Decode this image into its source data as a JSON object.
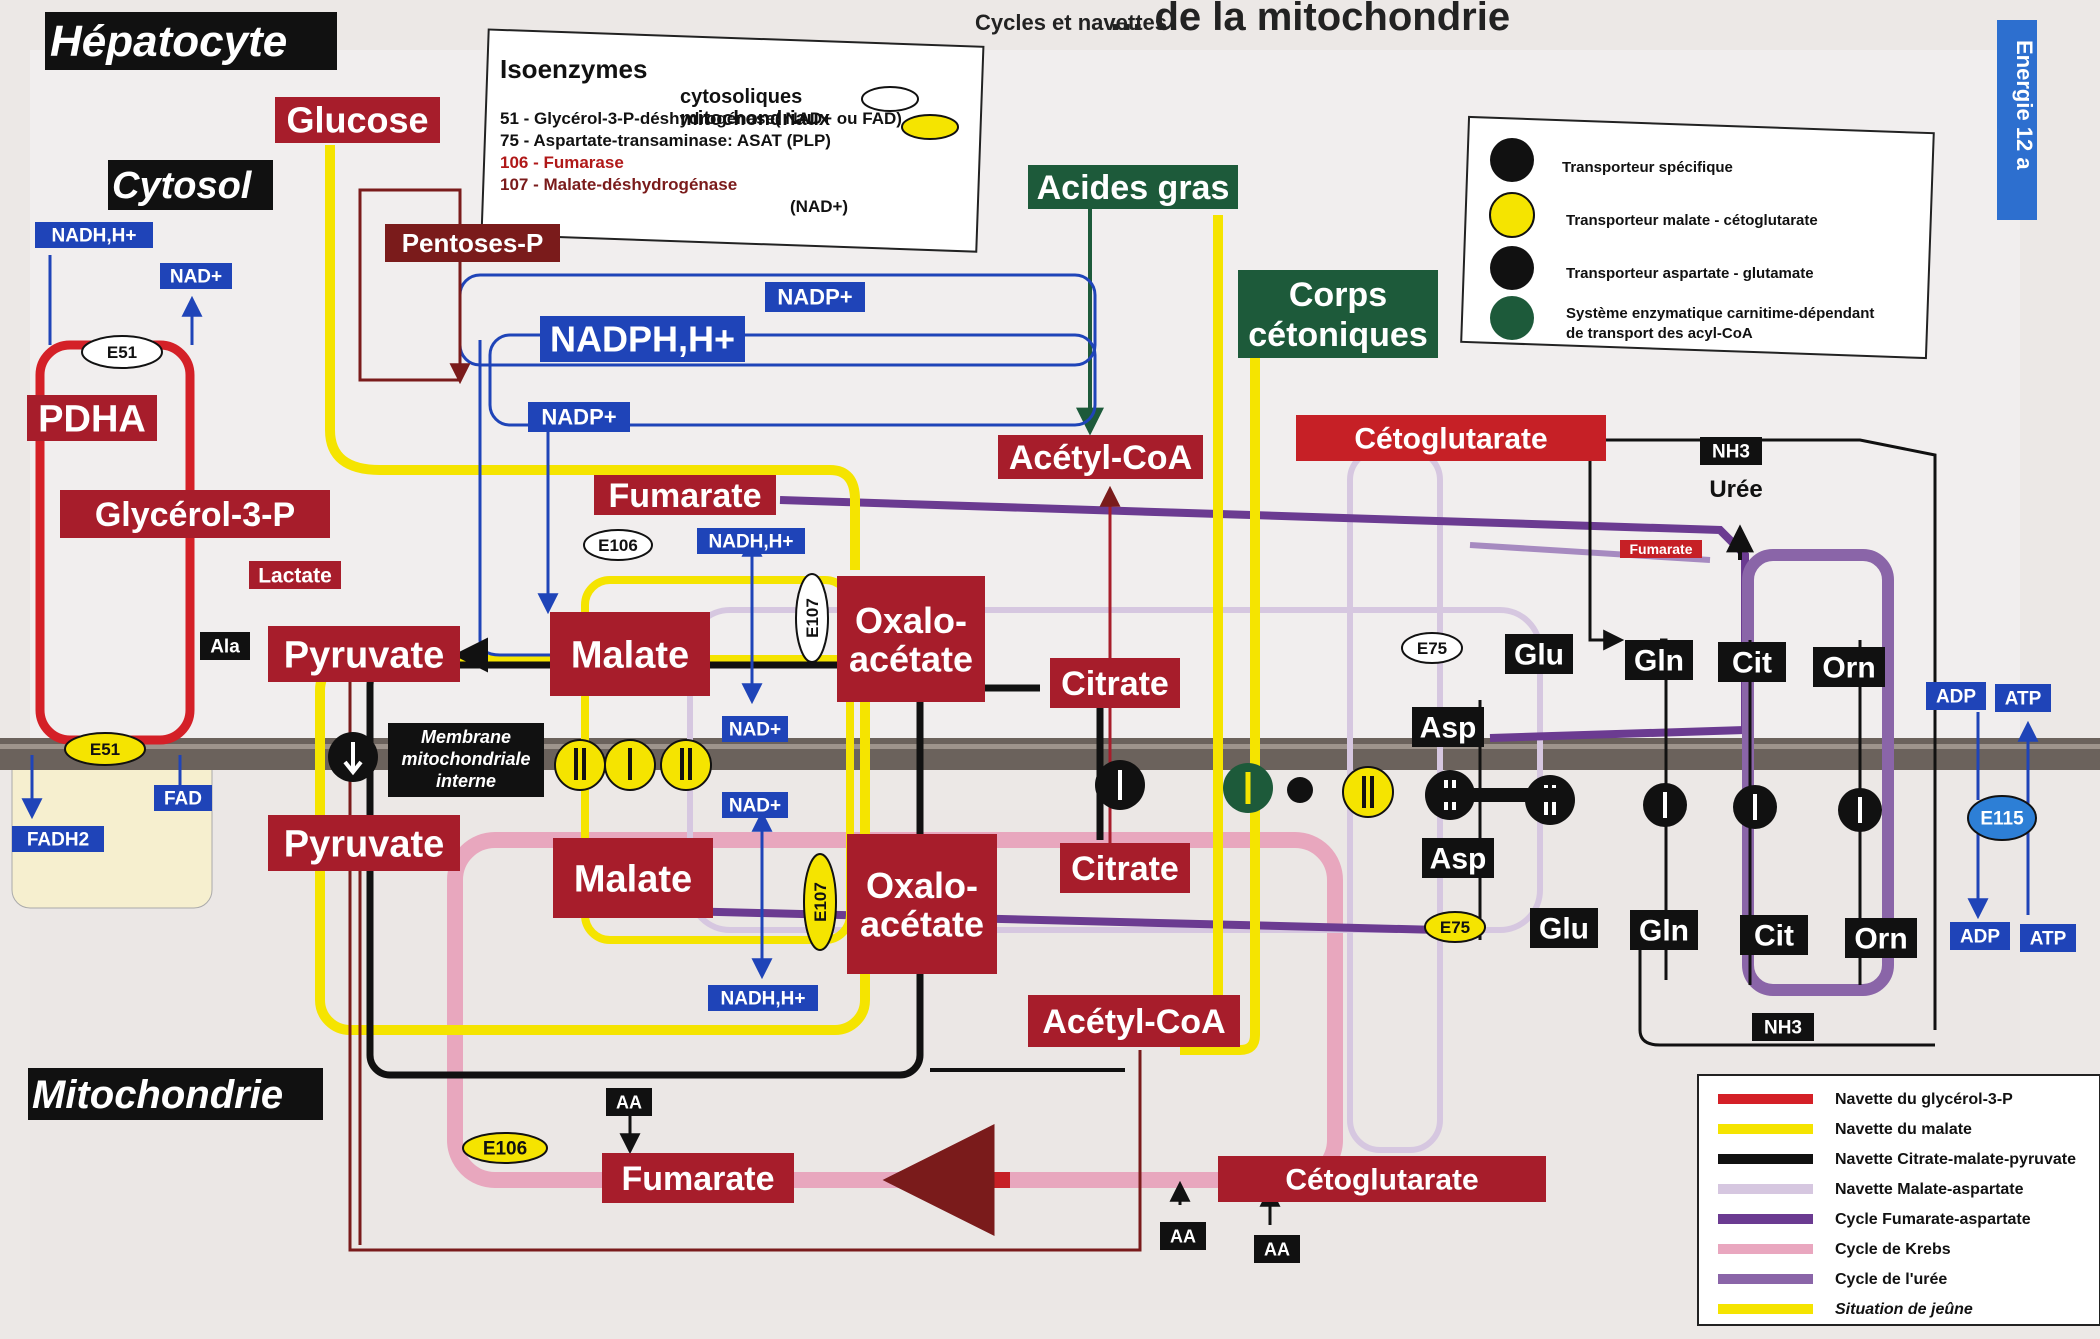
{
  "title_top": "... de la mitochondrie",
  "subtitle_top": "Cycles et navettes",
  "side_tab": "Energie 12 a",
  "headings": {
    "hepatocyte": "Hépatocyte",
    "cytosol": "Cytosol",
    "mitochondrie": "Mitochondrie"
  },
  "isoenzymes": {
    "title": "Isoenzymes",
    "cyto": "cytosoliques",
    "mito": "mitochondriaux",
    "line51": "51  - Glycérol-3-P-déshydrogénase( NAD+ ou FAD)",
    "line75": "75  - Aspartate-transaminase: ASAT (PLP)",
    "line106": "106 - Fumarase",
    "line107a": "107  - Malate-déshydrogénase",
    "line107b": "(NAD+)"
  },
  "transporters": {
    "specific": "Transporteur spécifique",
    "malate": "Transporteur malate - cétoglutarate",
    "aspartate": "Transporteur aspartate - glutamate",
    "carnitine1": "Système enzymatique carnitime-dépendant",
    "carnitine2": "de transport des acyl-CoA"
  },
  "legend": {
    "items": [
      {
        "label": "Navette du glycérol-3-P",
        "color": "#d42027"
      },
      {
        "label": "Navette du malate",
        "color": "#f5e400"
      },
      {
        "label": "Navette Citrate-malate-pyruvate",
        "color": "#111111"
      },
      {
        "label": "Navette Malate-aspartate",
        "color": "#d6c7e0"
      },
      {
        "label": "Cycle Fumarate-aspartate",
        "color": "#6b3b91"
      },
      {
        "label": "Cycle de Krebs",
        "color": "#e9a7bf"
      },
      {
        "label": "Cycle de l'urée",
        "color": "#8a65a8"
      },
      {
        "label": "Situation de jeûne",
        "color": "#f5e400"
      }
    ]
  },
  "nodes": {
    "glucose": "Glucose",
    "pentoses": "Pentoses-P",
    "nadp1": "NADP+",
    "nadph": "NADPH,H+",
    "nadp2": "NADP+",
    "pdha": "PDHA",
    "glycerol": "Glycérol-3-P",
    "nadh_c": "NADH,H+",
    "nad_c": "NAD+",
    "e51_top": "E51",
    "e51_mem": "E51",
    "fad": "FAD",
    "fadh2": "FADH2",
    "lactate": "Lactate",
    "ala": "Ala",
    "pyruvate_c": "Pyruvate",
    "pyruvate_m": "Pyruvate",
    "membrane1": "Membrane",
    "membrane2": "mitochondriale",
    "membrane3": "interne",
    "fumarate_c": "Fumarate",
    "e106_c": "E106",
    "nadh_malate": "NADH,H+",
    "nad_malate": "NAD+",
    "malate_c": "Malate",
    "e107_c": "E107",
    "oxalo_c1": "Oxalo-",
    "oxalo_c2": "acétate",
    "malate_m": "Malate",
    "nad_m": "NAD+",
    "nadh_m": "NADH,H+",
    "e107_m": "E107",
    "oxalo_m1": "Oxalo-",
    "oxalo_m2": "acétate",
    "acides_gras": "Acides gras",
    "corps1": "Corps",
    "corps2": "cétoniques",
    "acetyl_c": "Acétyl-CoA",
    "citrate_c": "Citrate",
    "citrate_m": "Citrate",
    "acetyl_m": "Acétyl-CoA",
    "aa1": "AA",
    "aa2": "AA",
    "aa3": "AA",
    "e106_m": "E106",
    "fumarate_m": "Fumarate",
    "ceto_c": "Cétoglutarate",
    "ceto_m": "Cétoglutarate",
    "nh3_top": "NH3",
    "uree": "Urée",
    "fumarate_small": "Fumarate",
    "e75_c": "E75",
    "glu_c": "Glu",
    "gln_c": "Gln",
    "cit_c": "Cit",
    "orn_c": "Orn",
    "asp_c": "Asp",
    "asp_m": "Asp",
    "e75_m": "E75",
    "glu_m": "Glu",
    "gln_m": "Gln",
    "cit_m": "Cit",
    "orn_m": "Orn",
    "nh3_bot": "NH3",
    "adp_c": "ADP",
    "atp_c": "ATP",
    "e115": "E115",
    "adp_m": "ADP",
    "atp_m": "ATP"
  }
}
